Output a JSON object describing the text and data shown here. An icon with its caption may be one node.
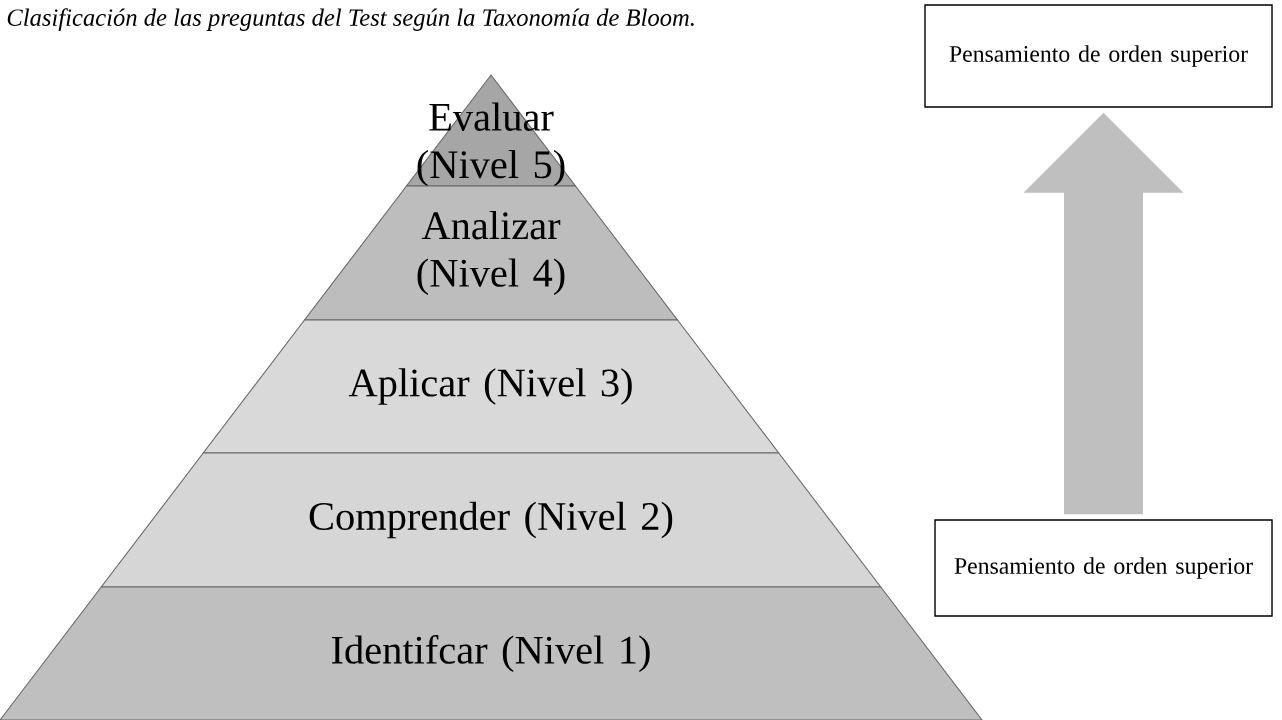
{
  "diagram": {
    "title": "Clasificación de las preguntas del Test según la Taxonomía de Bloom.",
    "nodes": [
      {
        "text": [
          "Evaluar (Nivel 5)"
        ]
      },
      {
        "text": [
          "Analizar (Nivel 4)"
        ]
      },
      {
        "text": [
          "Aplicar (Nivel 3)"
        ]
      },
      {
        "text": [
          "Comprender (Nivel 2)"
        ]
      },
      {
        "text": [
          "Identifcar (Nivel 1)"
        ]
      },
      {
        "text": [
          "Pensamiento de orden superior"
        ]
      },
      {
        "text": [
          "Pensamiento de orden superior"
        ]
      }
    ],
    "edges": [
      {
        "from": 6,
        "to": 5,
        "arrow": "to"
      }
    ]
  }
}
